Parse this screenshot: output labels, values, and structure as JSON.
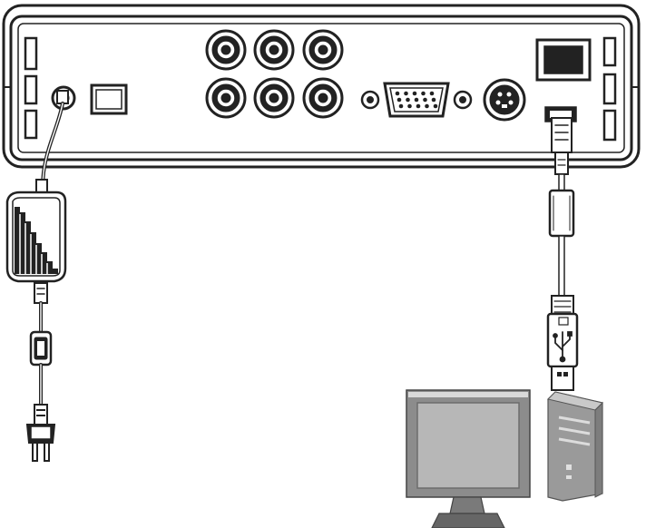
{
  "diagram": {
    "kind": "connection-illustration",
    "components": [
      {
        "id": "device-rear-panel",
        "icon": "media-player-back-panel"
      },
      {
        "id": "power-adapter",
        "icon": "ac-adapter-icon"
      },
      {
        "id": "ac-plug",
        "icon": "two-prong-plug-icon"
      },
      {
        "id": "usb-cable",
        "icon": "usb-cable-icon"
      },
      {
        "id": "pc-monitor",
        "icon": "monitor-icon"
      },
      {
        "id": "pc-tower",
        "icon": "desktop-tower-icon"
      }
    ],
    "ports": [
      "dc-in",
      "optical",
      "rca-x6",
      "vga",
      "s-video",
      "usb",
      "power-switch"
    ],
    "colors": {
      "line": "#222222",
      "panel_fill": "#ffffff",
      "screen_fill": "#b7b7b7",
      "bezel_fill": "#8c8c8c",
      "tower_fill": "#9a9a9a"
    }
  }
}
